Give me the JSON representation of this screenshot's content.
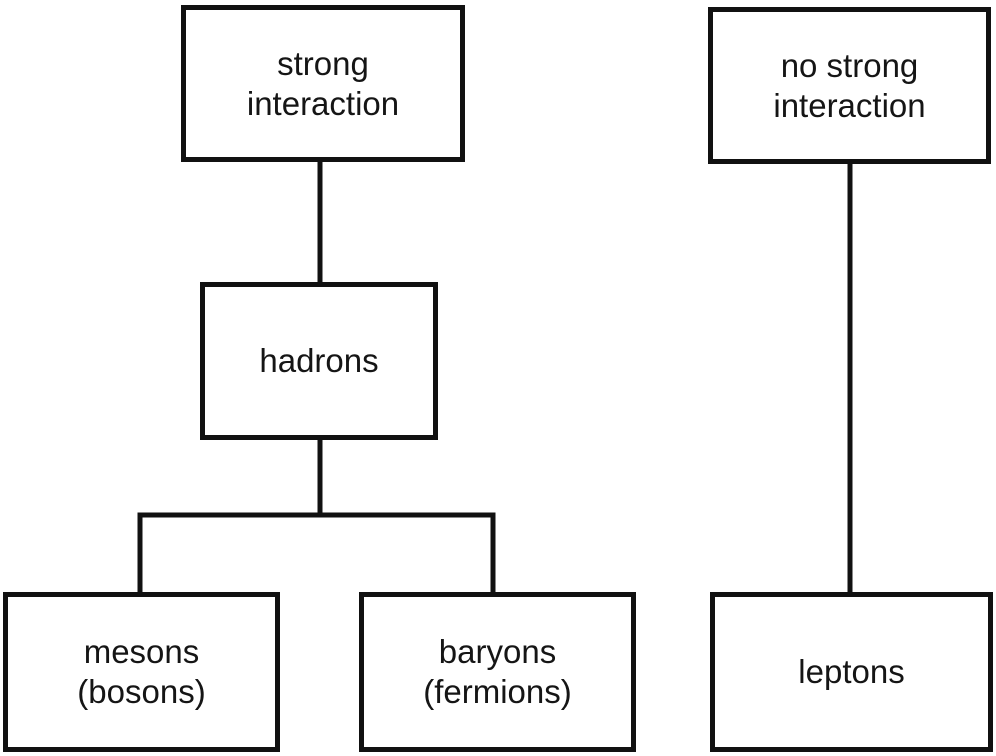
{
  "diagram": {
    "colors": {
      "stroke": "#111111",
      "text": "#151515",
      "background": "#ffffff"
    },
    "nodes": {
      "strong_interaction": {
        "line1": "strong",
        "line2": "interaction"
      },
      "no_strong_interaction": {
        "line1": "no strong",
        "line2": "interaction"
      },
      "hadrons": {
        "label": "hadrons"
      },
      "mesons": {
        "line1": "mesons",
        "line2": "(bosons)"
      },
      "baryons": {
        "line1": "baryons",
        "line2": "(fermions)"
      },
      "leptons": {
        "label": "leptons"
      }
    }
  }
}
